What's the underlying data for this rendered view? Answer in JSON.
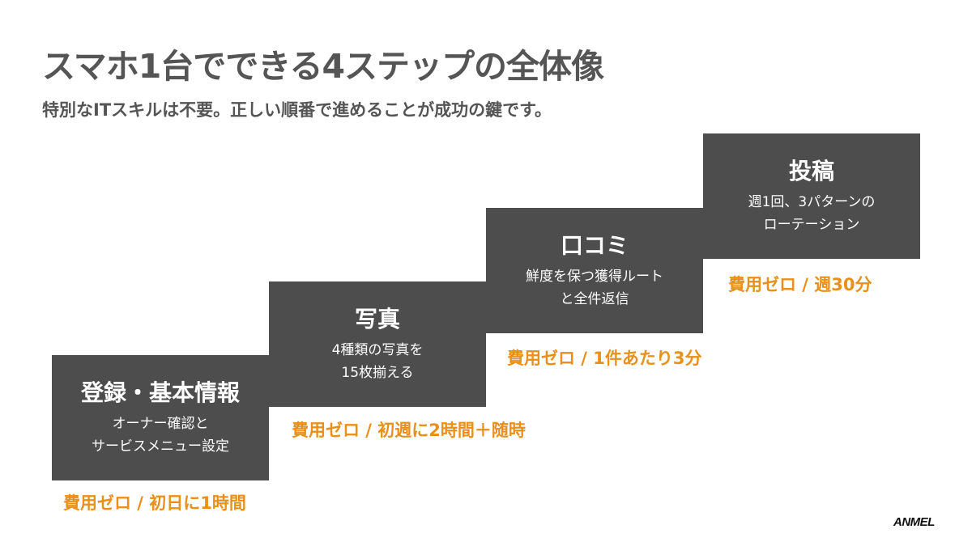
{
  "header": {
    "title": "スマホ1台でできる4ステップの全体像",
    "subtitle": "特別なITスキルは不要。正しい順番で進めることが成功の鍵です。"
  },
  "steps": [
    {
      "name": "登録・基本情報",
      "desc": "オーナー確認と\nサービスメニュー設定",
      "cost": "費用ゼロ / 初日に1時間"
    },
    {
      "name": "写真",
      "desc": "4種類の写真を\n15枚揃える",
      "cost": "費用ゼロ / 初週に2時間＋随時"
    },
    {
      "name": "口コミ",
      "desc": "鮮度を保つ獲得ルート\nと全件返信",
      "cost": "費用ゼロ / 1件あたり3分"
    },
    {
      "name": "投稿",
      "desc": "週1回、3パターンの\nローテーション",
      "cost": "費用ゼロ / 週30分"
    }
  ],
  "colors": {
    "box": "#4d4d4d",
    "accent": "#e8901a",
    "text": "#555555"
  },
  "logo": "ANMEL"
}
